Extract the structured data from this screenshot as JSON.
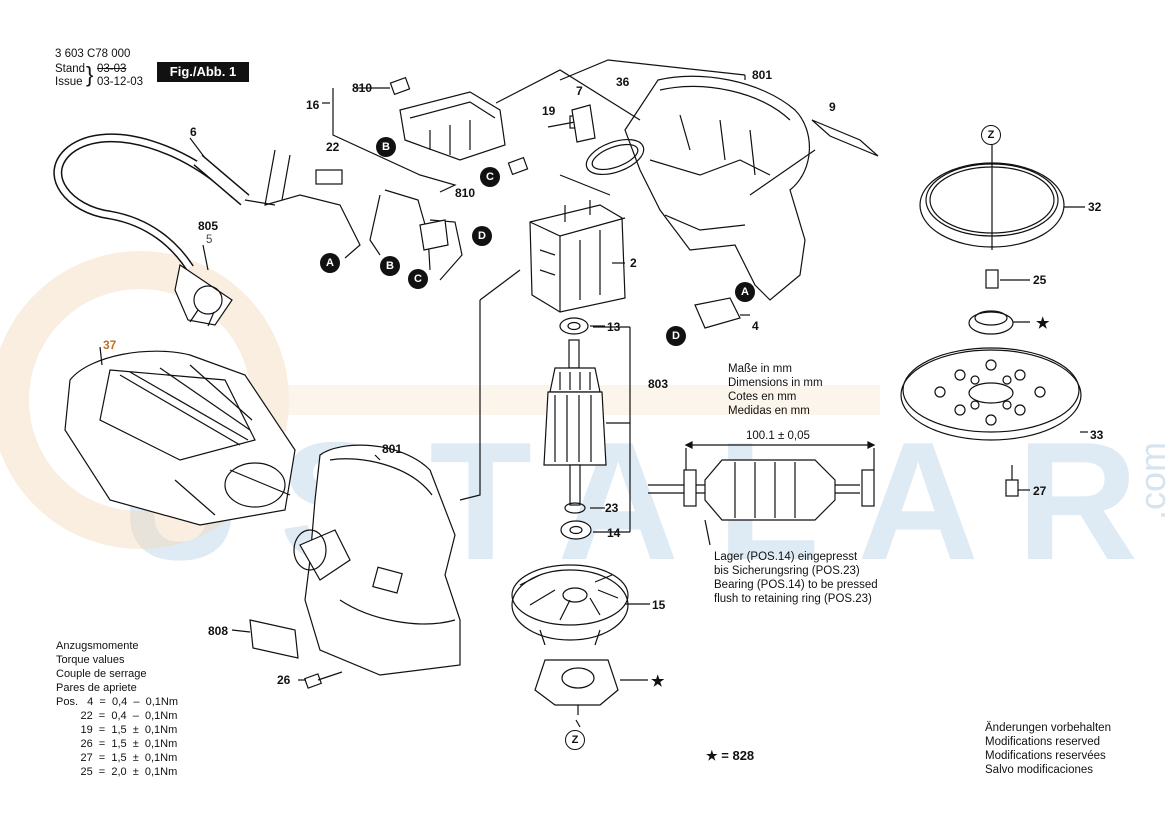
{
  "header": {
    "drawing_number": "3 603 C78 000",
    "stand_label": "Stand",
    "stand_value": "03-03",
    "issue_label": "Issue",
    "issue_value": "03-12-03",
    "figure_label": "Fig./Abb. 1"
  },
  "connectors": [
    "A",
    "B",
    "C",
    "D"
  ],
  "part_numbers": {
    "p6": "6",
    "p805": "805",
    "p5": "5",
    "p16": "16",
    "p810a": "810",
    "p810b": "810",
    "p22": "22",
    "p19": "19",
    "p7": "7",
    "p36": "36",
    "p801a": "801",
    "p9": "9",
    "p2": "2",
    "p4": "4",
    "p13": "13",
    "p803": "803",
    "p23": "23",
    "p14": "14",
    "p15": "15",
    "p37": "37",
    "p801b": "801",
    "p808": "808",
    "p26": "26",
    "p32": "32",
    "p25": "25",
    "p33": "33",
    "p27": "27"
  },
  "zones": {
    "z_top": "Z",
    "z_bottom": "Z"
  },
  "star_mark": "★",
  "star_note": "★ = 828",
  "dimensions_note": [
    "Maße in mm",
    "Dimensions in mm",
    "Cotes en mm",
    "Medidas en mm"
  ],
  "dimension_value": "100.1 ± 0,05",
  "bearing_note": [
    "Lager (POS.14) eingepresst",
    "bis Sicherungsring (POS.23)",
    "Bearing (POS.14) to be pressed",
    "flush to retaining ring (POS.23)"
  ],
  "torque": {
    "titles": [
      "Anzugsmomente",
      "Torque values",
      "Couple de serrage",
      "Pares de apriete"
    ],
    "rows": [
      "Pos.   4  =  0,4  –  0,1Nm",
      "        22  =  0,4  –  0,1Nm",
      "        19  =  1,5  ±  0,1Nm",
      "        26  =  1,5  ±  0,1Nm",
      "        27  =  1,5  ±  0,1Nm",
      "        25  =  2,0  ±  0,1Nm"
    ]
  },
  "modifications_note": [
    "Änderungen vorbehalten",
    "Modifications reserved",
    "Modifications reservées",
    "Salvo modificaciones"
  ],
  "watermark": {
    "main": "USTALARA",
    "suffix": ".com"
  },
  "colors": {
    "ink": "#111111",
    "watermark": "#c4d9ec",
    "watermark_orange": "#f3dcc0"
  }
}
